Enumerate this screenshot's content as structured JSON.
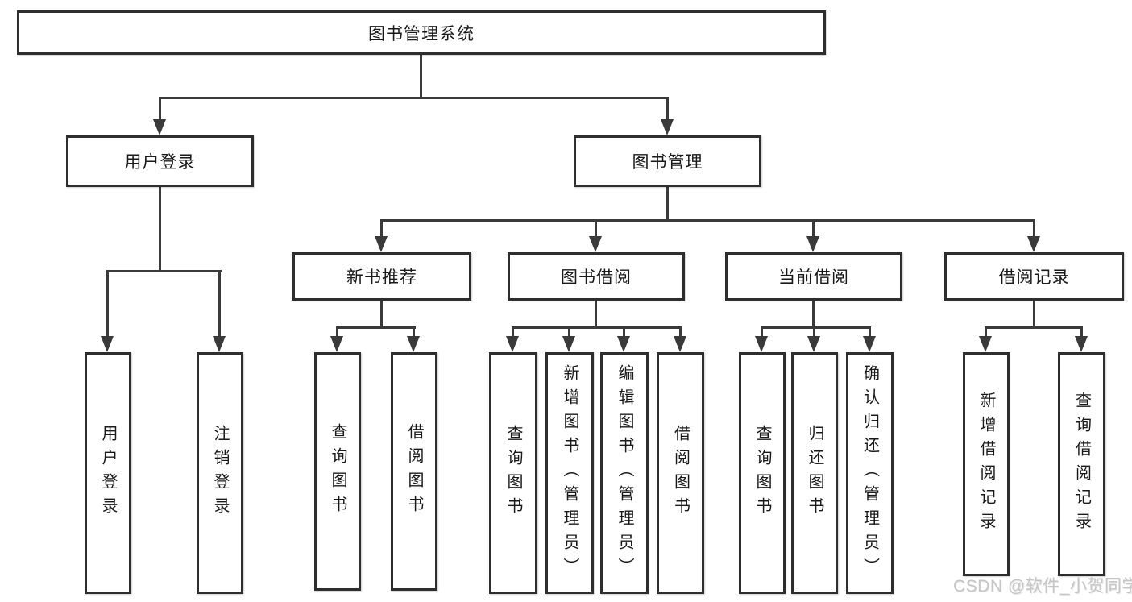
{
  "watermark": "CSDN @软件_小贺同学",
  "colors": {
    "box_border": "#2e2e2e",
    "connector_line": "#3a3a3a",
    "text": "#1a1a1a",
    "watermark": "#c6c6c6",
    "background": "#ffffff"
  },
  "tree": {
    "label": "图书管理系统",
    "children": [
      {
        "label": "用户登录",
        "children": [
          {
            "label": "用户登录"
          },
          {
            "label": "注销登录"
          }
        ]
      },
      {
        "label": "图书管理",
        "children": [
          {
            "label": "新书推荐",
            "children": [
              {
                "label": "查询图书"
              },
              {
                "label": "借阅图书"
              }
            ]
          },
          {
            "label": "图书借阅",
            "children": [
              {
                "label": "查询图书"
              },
              {
                "label": "新增图书（管理员）"
              },
              {
                "label": "编辑图书（管理员）"
              },
              {
                "label": "借阅图书"
              }
            ]
          },
          {
            "label": "当前借阅",
            "children": [
              {
                "label": "查询图书"
              },
              {
                "label": "归还图书"
              },
              {
                "label": "确认归还（管理员）"
              }
            ]
          },
          {
            "label": "借阅记录",
            "children": [
              {
                "label": "新增借阅记录"
              },
              {
                "label": "查询借阅记录"
              }
            ]
          }
        ]
      }
    ]
  }
}
